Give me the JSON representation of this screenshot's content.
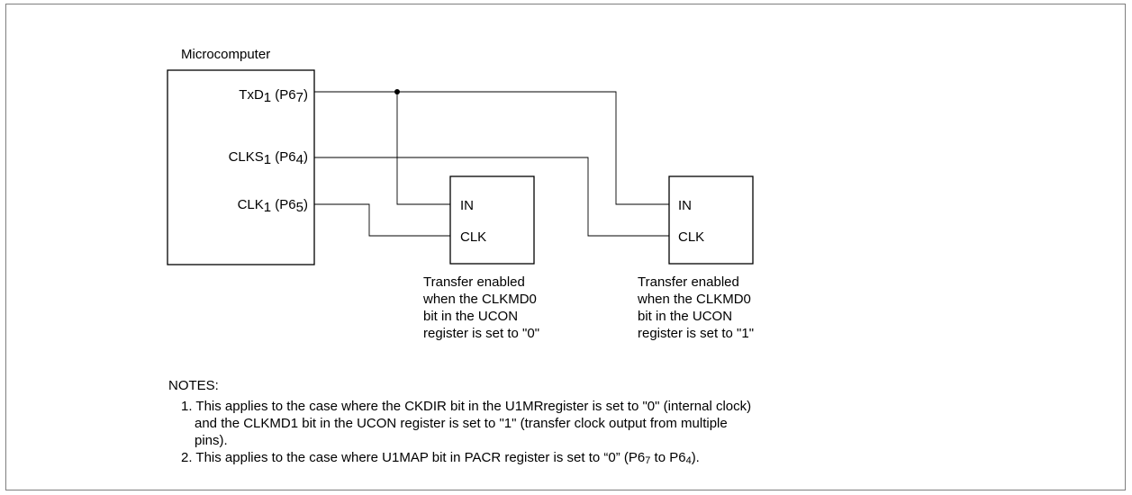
{
  "microcomputer": {
    "title": "Microcomputer",
    "pins": [
      {
        "name": "TxD",
        "sub": "1",
        "port": "P6",
        "port_sub": "7"
      },
      {
        "name": "CLKS",
        "sub": "1",
        "port": "P6",
        "port_sub": "4"
      },
      {
        "name": "CLK",
        "sub": "1",
        "port": "P6",
        "port_sub": "5"
      }
    ]
  },
  "devices": [
    {
      "in_label": "IN",
      "clk_label": "CLK",
      "caption": [
        "Transfer enabled",
        "when the CLKMD0",
        "bit in the UCON",
        "register is set to \"0\""
      ]
    },
    {
      "in_label": "IN",
      "clk_label": "CLK",
      "caption": [
        "Transfer enabled",
        "when the CLKMD0",
        "bit in the UCON",
        "register is set to \"1\""
      ]
    }
  ],
  "notes": {
    "title": "NOTES:",
    "n1_l1": "1. This applies to the case where the CKDIR bit in the U1MRregister is set to \"0\" (internal clock)",
    "n1_l2": "and the CLKMD1 bit in the UCON register is set to \"1\" (transfer clock output from multiple",
    "n1_l3": "pins).",
    "n2_prefix": "2. This applies to the case where U1MAP bit in PACR register is set to “0” (P6",
    "n2_sub1": "7",
    "n2_mid": " to P6",
    "n2_sub2": "4",
    "n2_suffix": ")."
  }
}
